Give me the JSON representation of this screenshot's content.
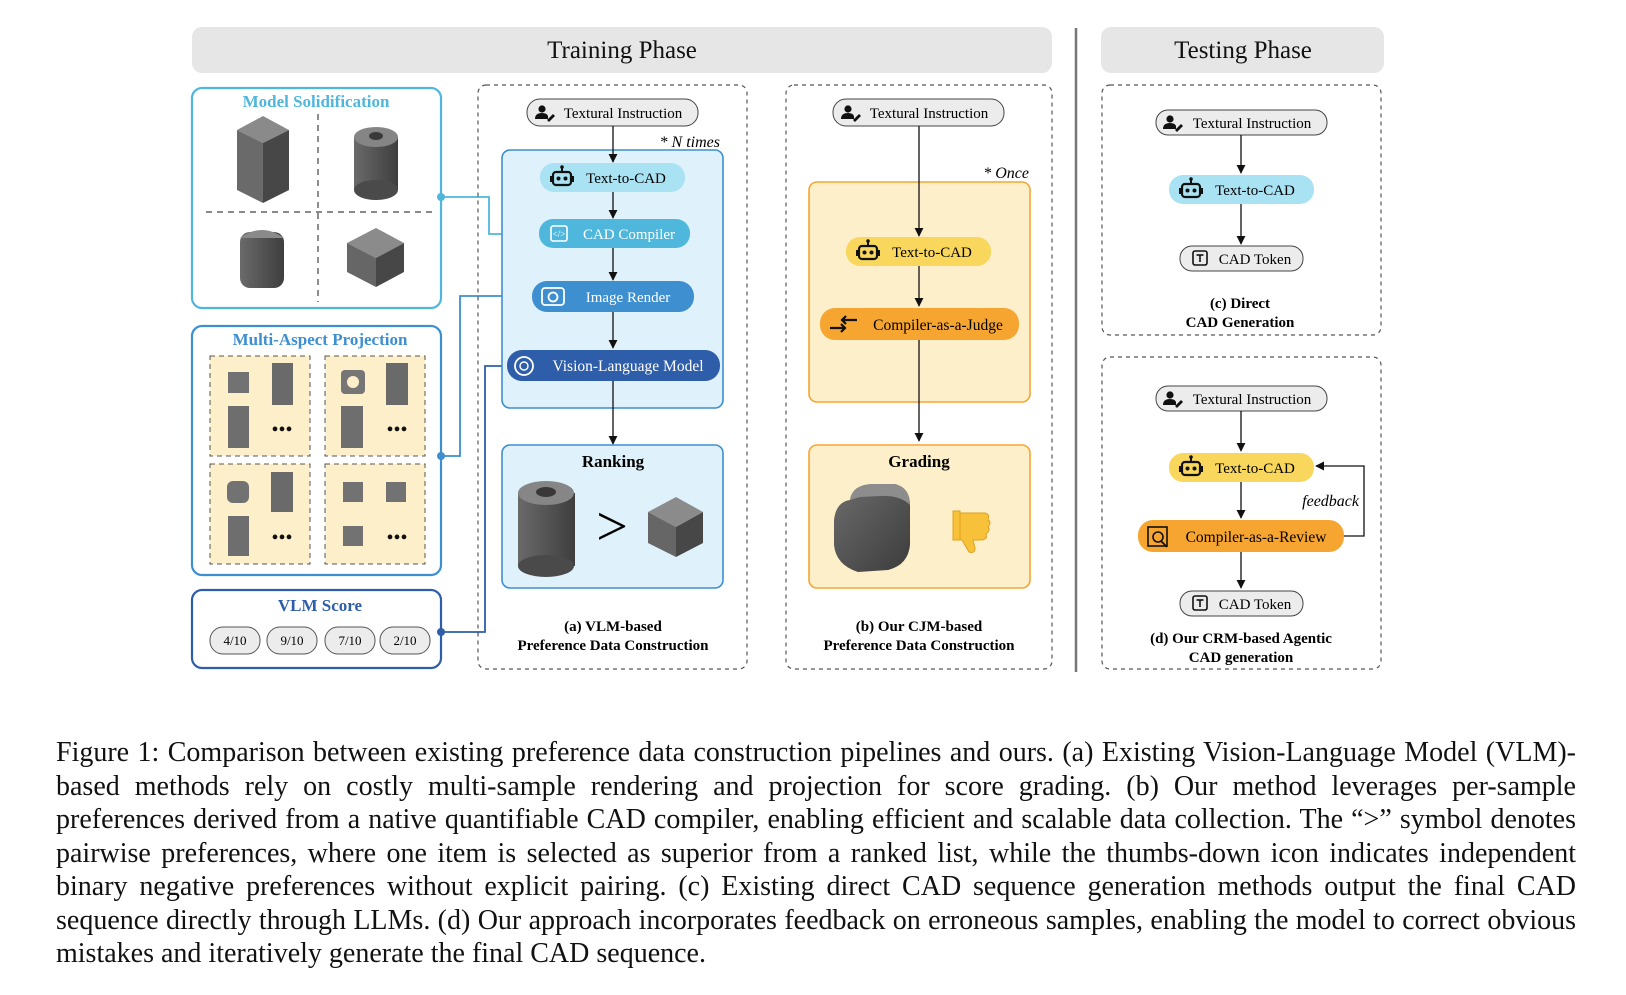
{
  "phases": {
    "training": "Training Phase",
    "testing": "Testing Phase"
  },
  "left_panels": {
    "solidification": "Model Solidification",
    "projection": "Multi-Aspect Projection",
    "vlm_score": "VLM Score",
    "ellipsis": "•••",
    "scores": [
      "4/10",
      "9/10",
      "7/10",
      "2/10"
    ]
  },
  "panel_a": {
    "instruction": "Textural Instruction",
    "times": "* N times",
    "text_to_cad": "Text-to-CAD",
    "compiler": "CAD Compiler",
    "render": "Image Render",
    "vlm": "Vision-Language Model",
    "ranking": "Ranking",
    "gt": ">",
    "caption_1": "(a) VLM-based",
    "caption_2": "Preference Data Construction"
  },
  "panel_b": {
    "instruction": "Textural Instruction",
    "once": "* Once",
    "text_to_cad": "Text-to-CAD",
    "judge": "Compiler-as-a-Judge",
    "grading": "Grading",
    "caption_1": "(b) Our CJM-based",
    "caption_2": "Preference Data Construction"
  },
  "panel_c": {
    "instruction": "Textural Instruction",
    "text_to_cad": "Text-to-CAD",
    "token": "CAD Token",
    "caption_1": "(c) Direct",
    "caption_2": "CAD Generation"
  },
  "panel_d": {
    "instruction": "Textural Instruction",
    "text_to_cad": "Text-to-CAD",
    "feedback": "feedback",
    "review": "Compiler-as-a-Review",
    "token": "CAD Token",
    "caption_1": "(d) Our CRM-based Agentic",
    "caption_2": "CAD generation"
  },
  "caption": {
    "text": "Figure 1: Comparison between existing preference data construction pipelines and ours. (a) Existing Vision-Language Model (VLM)-based methods rely on costly multi-sample rendering and projection for score grading. (b) Our method leverages per-sample preferences derived from a native quantifiable CAD compiler, enabling efficient and scalable data collection. The “>” symbol denotes pairwise preferences, where one item is selected as superior from a ranked list, while the thumbs-down icon indicates independent binary negative preferences without explicit pairing. (c) Existing direct CAD sequence generation methods output the final CAD sequence directly through LLMs. (d) Our approach incorporates feedback on erroneous samples, enabling the model to correct obvious mistakes and iteratively generate the final CAD sequence."
  },
  "colors": {
    "cyan": "#4fb7dc",
    "cyan_light": "#a9e2f2",
    "blue_mid": "#3d8fd0",
    "blue_dark": "#2e5ea9",
    "panel_blue": "#dff1fb",
    "yellow": "#f9d65c",
    "orange": "#f7a531",
    "panel_yellow": "#fdefc9",
    "header_gray": "#e6e6e6",
    "shape_gray": "#5b5b5b"
  }
}
